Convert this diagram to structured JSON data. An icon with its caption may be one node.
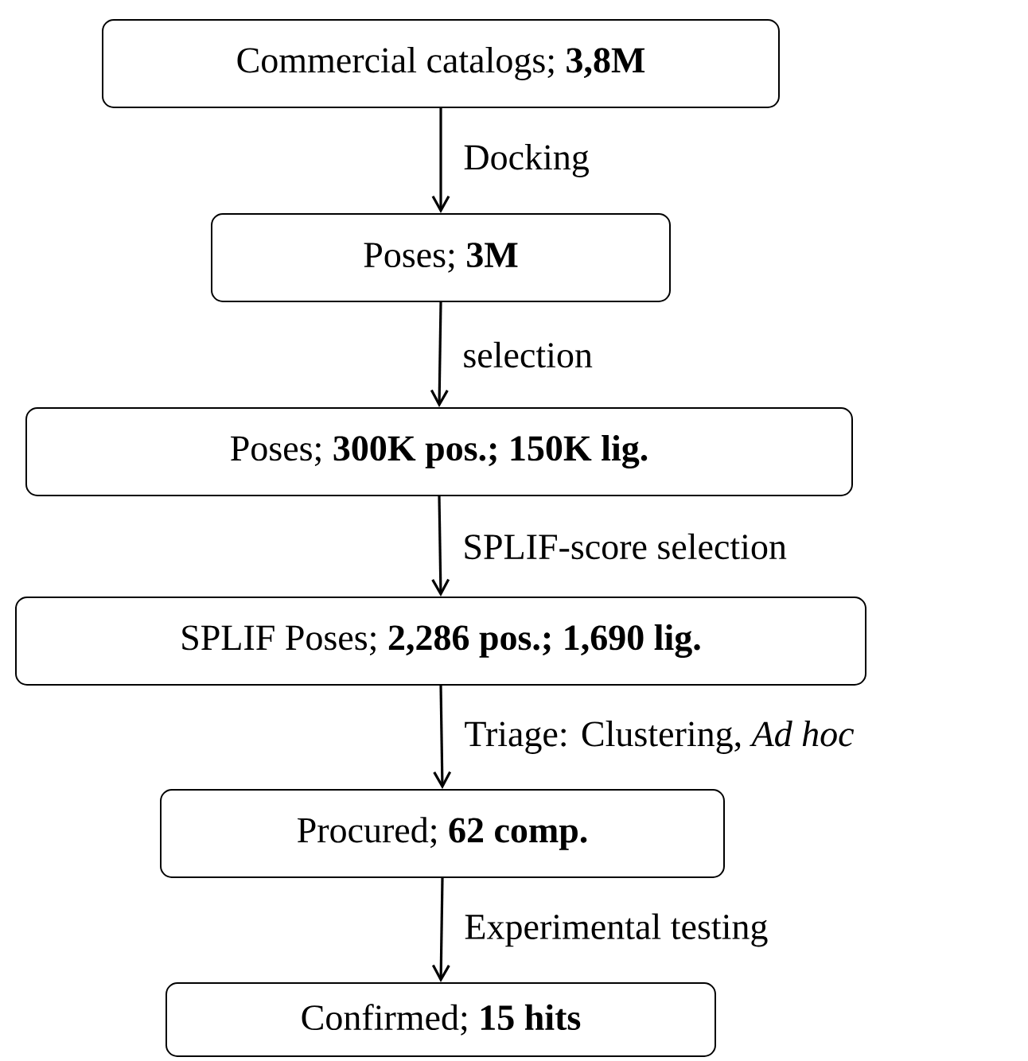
{
  "diagram": {
    "nodes": [
      {
        "text": [
          "Commercial catalogs; **3,8M**"
        ]
      },
      {
        "text": [
          "Poses; **3M**"
        ]
      },
      {
        "text": [
          "Poses; **300K pos.; 150K lig.**"
        ]
      },
      {
        "text": [
          "SPLIF Poses; **2,286 pos.; 1,690 lig.**"
        ]
      },
      {
        "text": [
          "Procured; **62 comp.**"
        ]
      },
      {
        "text": [
          "Confirmed; **15 hits**"
        ]
      }
    ],
    "edges": [
      {
        "from": 0,
        "to": 1,
        "arrow": "to",
        "label": "Docking"
      },
      {
        "from": 1,
        "to": 2,
        "arrow": "to",
        "label": "selection"
      },
      {
        "from": 2,
        "to": 3,
        "arrow": "to",
        "label": "SPLIF-score selection"
      },
      {
        "from": 3,
        "to": 4,
        "arrow": "to",
        "label": "Triage: Clustering, *Ad hoc*"
      },
      {
        "from": 4,
        "to": 5,
        "arrow": "to",
        "label": "Experimental testing"
      }
    ]
  }
}
